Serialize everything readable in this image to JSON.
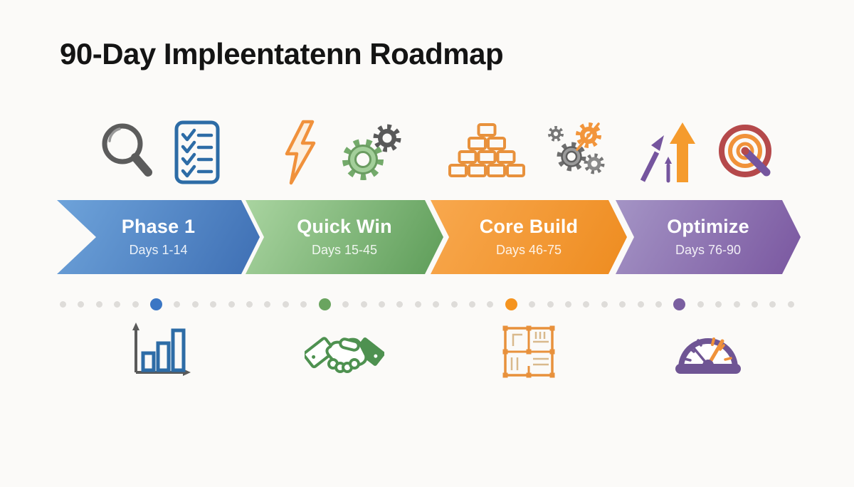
{
  "title": "90-Day Impleentatenn Roadmap",
  "background_color": "#fbfaf8",
  "phases": [
    {
      "name": "Phase 1",
      "days": "Days 1-14",
      "gradient_start": "#6ea3da",
      "gradient_end": "#3e6fb4",
      "dot_color": "#3b76c4",
      "top_icons": [
        "magnifying-glass-icon",
        "checklist-icon"
      ],
      "bottom_icon": "bar-chart-icon"
    },
    {
      "name": "Quick Win",
      "days": "Days 15-45",
      "gradient_start": "#a9d4a0",
      "gradient_end": "#5e9d59",
      "dot_color": "#6aa45f",
      "top_icons": [
        "lightning-bolt-icon",
        "gears-icon"
      ],
      "bottom_icon": "handshake-icon"
    },
    {
      "name": "Core Build",
      "days": "Days 46-75",
      "gradient_start": "#f8a84e",
      "gradient_end": "#ee8c20",
      "dot_color": "#f5941f",
      "top_icons": [
        "brick-pyramid-icon",
        "gear-cluster-icon"
      ],
      "bottom_icon": "floor-plan-icon"
    },
    {
      "name": "Optimize",
      "days": "Days 76-90",
      "gradient_start": "#a494c5",
      "gradient_end": "#7a57a0",
      "dot_color": "#7a5fa0",
      "top_icons": [
        "growth-arrows-icon",
        "target-dart-icon"
      ],
      "bottom_icon": "gauge-icon"
    }
  ],
  "timeline": {
    "dot_count": 40,
    "dot_color": "#dedcd9",
    "milestones": [
      {
        "index": 5,
        "color": "#3b76c4"
      },
      {
        "index": 14,
        "color": "#6aa45f"
      },
      {
        "index": 24,
        "color": "#f5941f"
      },
      {
        "index": 33,
        "color": "#7a5fa0"
      }
    ]
  }
}
